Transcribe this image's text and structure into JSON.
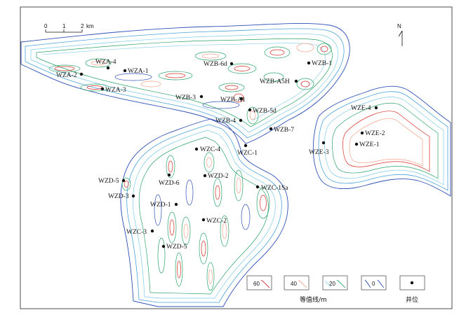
{
  "scale": {
    "ticks": [
      "0",
      "1",
      "2"
    ],
    "unit": "km"
  },
  "north": {
    "label": "N"
  },
  "wells": [
    {
      "name": "WZA-4"
    },
    {
      "name": "WZA-1"
    },
    {
      "name": "WZA-2"
    },
    {
      "name": "WZA-3"
    },
    {
      "name": "WZB-6d"
    },
    {
      "name": "WZB-1"
    },
    {
      "name": "WZB-A5H"
    },
    {
      "name": "WZB-3"
    },
    {
      "name": "WZB-A1"
    },
    {
      "name": "WZB-5d"
    },
    {
      "name": "WZB-4"
    },
    {
      "name": "WZB-7"
    },
    {
      "name": "WZC-1"
    },
    {
      "name": "WZE-4"
    },
    {
      "name": "WZE-2"
    },
    {
      "name": "WZE-1"
    },
    {
      "name": "WZE-3"
    },
    {
      "name": "WZC-4"
    },
    {
      "name": "WZD-2"
    },
    {
      "name": "WZD-5"
    },
    {
      "name": "WZD-6"
    },
    {
      "name": "WZC-1Sa"
    },
    {
      "name": "WZD-3"
    },
    {
      "name": "WZD-1"
    },
    {
      "name": "WZC-2"
    },
    {
      "name": "WZC-3"
    },
    {
      "name": "WZD-5"
    }
  ],
  "legend": {
    "contours": [
      {
        "label": "60",
        "color": "#d62d24"
      },
      {
        "label": "40",
        "color": "#f2a48c"
      },
      {
        "label": "20",
        "color": "#2aa36a"
      },
      {
        "label": "0",
        "color": "#2f4fb5"
      }
    ],
    "contour_title": "等值线/m",
    "well_title": "井位"
  }
}
